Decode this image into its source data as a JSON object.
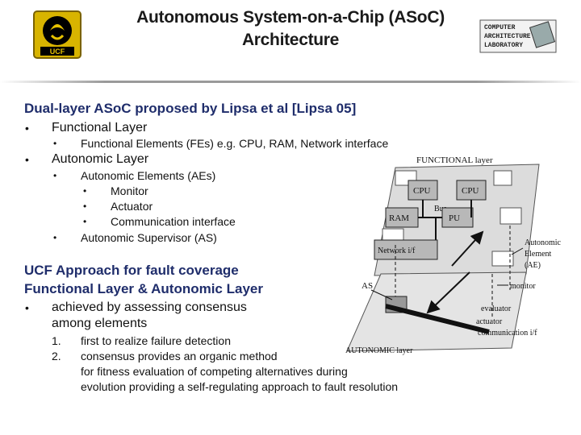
{
  "slide": {
    "title_line1": "Autonomous System-on-a-Chip (ASoC)",
    "title_line2": "Architecture",
    "left_logo_text": "UCF",
    "right_logo_lines": [
      "COMPUTER",
      "ARCHITECTURE",
      "LABORATORY"
    ]
  },
  "section1": {
    "heading": "Dual-layer ASoC proposed by Lipsa et al [Lipsa 05]",
    "items": [
      {
        "bullet": "•",
        "label": "Functional Layer"
      },
      {
        "bullet": "•",
        "label": "Autonomic Layer"
      }
    ],
    "functional_sub": {
      "bullet": "•",
      "label": "Functional Elements (FEs) e.g. CPU, RAM, Network interface"
    },
    "autonomic_sub": [
      {
        "bullet": "•",
        "label": "Autonomic Elements (AEs)"
      },
      {
        "bullet": "•",
        "label": "Autonomic Supervisor (AS)"
      }
    ],
    "ae_items": [
      {
        "bullet": "•",
        "label": "Monitor"
      },
      {
        "bullet": "•",
        "label": "Actuator"
      },
      {
        "bullet": "•",
        "label": "Communication interface"
      }
    ]
  },
  "section2": {
    "heading_line1": "UCF Approach for fault coverage",
    "heading_line2": "Functional Layer & Autonomic Layer",
    "bullet": "•",
    "item_line1": "achieved by assessing consensus",
    "item_line2": "among elements",
    "numbered": [
      {
        "num": "1.",
        "label": "first to realize failure detection"
      },
      {
        "num": "2.",
        "label": "consensus provides an organic method"
      }
    ],
    "cont_line1": "for fitness evaluation of competing alternatives during",
    "cont_line2": "evolution providing a self-regulating approach to fault resolution"
  },
  "diagram": {
    "functional_layer": "FUNCTIONAL layer",
    "autonomic_layer": "AUTONOMIC layer",
    "cpu1": "CPU",
    "cpu2": "CPU",
    "bus": "Bus",
    "ram": "RAM",
    "pu": "PU",
    "network": "Network i/f",
    "as": "AS",
    "ae_line1": "Autonomic",
    "ae_line2": "Element",
    "ae_line3": "(AE)",
    "monitor": "monitor",
    "evaluator": "evaluator",
    "actuator": "actuator",
    "comm": "communication i/f"
  }
}
